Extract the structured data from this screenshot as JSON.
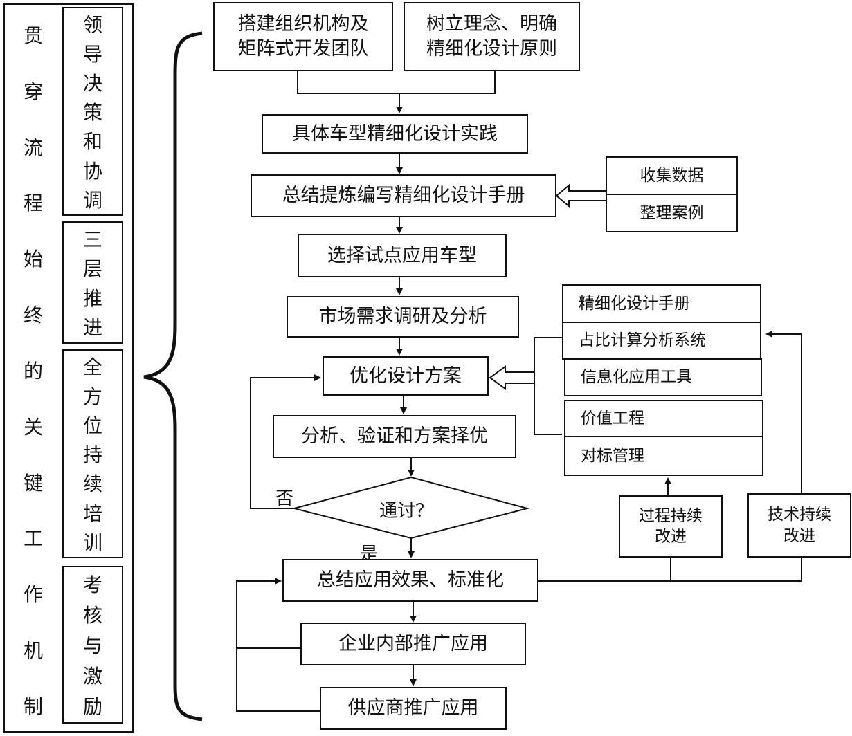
{
  "left_column": {
    "title_chars": [
      "贯",
      "穿",
      "流",
      "程",
      "始",
      "终",
      "的",
      "关",
      "键",
      "工",
      "作",
      "机",
      "制"
    ]
  },
  "mechanisms": [
    {
      "chars": [
        "领",
        "导",
        "决",
        "策",
        "和",
        "协",
        "调"
      ]
    },
    {
      "chars": [
        "三",
        "层",
        "推",
        "进"
      ]
    },
    {
      "chars": [
        "全",
        "方",
        "位",
        "持",
        "续",
        "培",
        "训"
      ]
    },
    {
      "chars": [
        "考",
        "核",
        "与",
        "激",
        "励"
      ]
    }
  ],
  "flow": {
    "build_team": "搭建组织机构及\n矩阵式开发团队",
    "principles": "树立理念、明确\n精细化设计原则",
    "practice": "具体车型精细化设计实践",
    "manual": "总结提炼编写精细化设计手册",
    "pilot": "选择试点应用车型",
    "market": "市场需求调研及分析",
    "optimize": "优化设计方案",
    "analyze": "分析、验证和方案择优",
    "decision": "通讨？",
    "no_label": "否",
    "yes_label": "是",
    "standardize": "总结应用效果、标准化",
    "internal": "企业内部推广应用",
    "supplier": "供应商推广应用"
  },
  "inputs_top": {
    "collect": "收集数据",
    "organize": "整理案例"
  },
  "tools": {
    "t1": "精细化设计手册",
    "t2": "占比计算分析系统",
    "t3": "信息化应用工具",
    "t4": "价值工程",
    "t5": "对标管理"
  },
  "improvements": {
    "process": "过程持续\n改进",
    "tech": "技术持续\n改进"
  }
}
